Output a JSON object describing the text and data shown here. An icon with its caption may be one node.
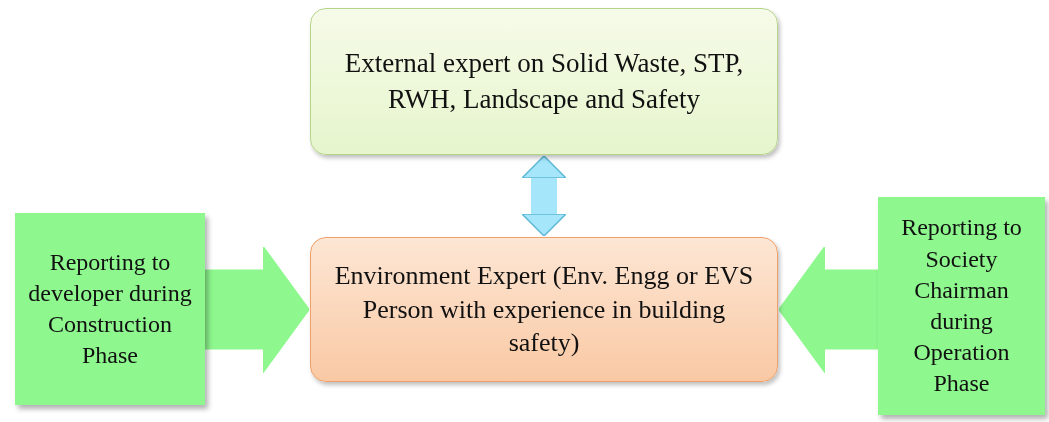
{
  "diagram": {
    "nodes": [
      {
        "text": [
          "External expert on Solid Waste, STP, RWH, Landscape and Safety"
        ]
      },
      {
        "text": [
          "Environment Expert (Env. Engg or EVS Person with experience in building safety)"
        ]
      },
      {
        "text": [
          "Reporting to developer during Construction Phase"
        ]
      },
      {
        "text": [
          "Reporting to Society Chairman during Operation Phase"
        ]
      }
    ],
    "edges": [
      {
        "from": 0,
        "to": 1,
        "arrow": "both",
        "color": "#a6e6fa"
      },
      {
        "from": 2,
        "to": 1,
        "arrow": "to"
      },
      {
        "from": 3,
        "to": 1,
        "arrow": "to"
      }
    ]
  }
}
